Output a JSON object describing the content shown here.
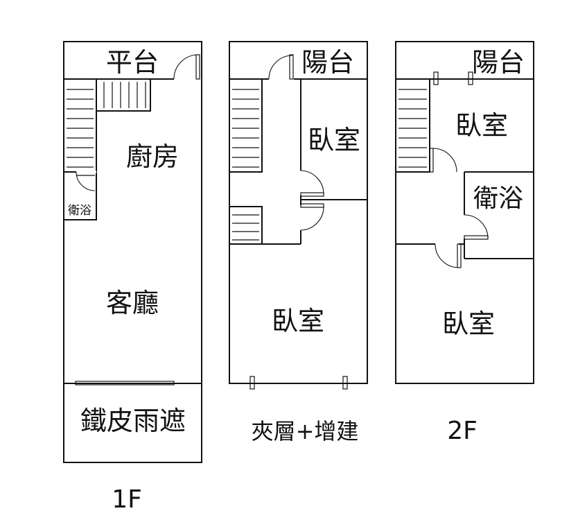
{
  "floors": [
    {
      "label": "1F",
      "rooms": {
        "platform": "平台",
        "kitchen": "廚房",
        "bathroom": "衛浴",
        "living": "客廳",
        "awning": "鐵皮雨遮"
      }
    },
    {
      "label": "夾層+增建",
      "rooms": {
        "balcony": "陽台",
        "bedroom_small": "臥室",
        "bedroom_large": "臥室"
      }
    },
    {
      "label": "2F",
      "rooms": {
        "balcony": "陽台",
        "bedroom_top": "臥室",
        "bathroom": "衛浴",
        "bedroom_bottom": "臥室"
      }
    }
  ],
  "colors": {
    "line": "#111111",
    "background": "#ffffff"
  }
}
